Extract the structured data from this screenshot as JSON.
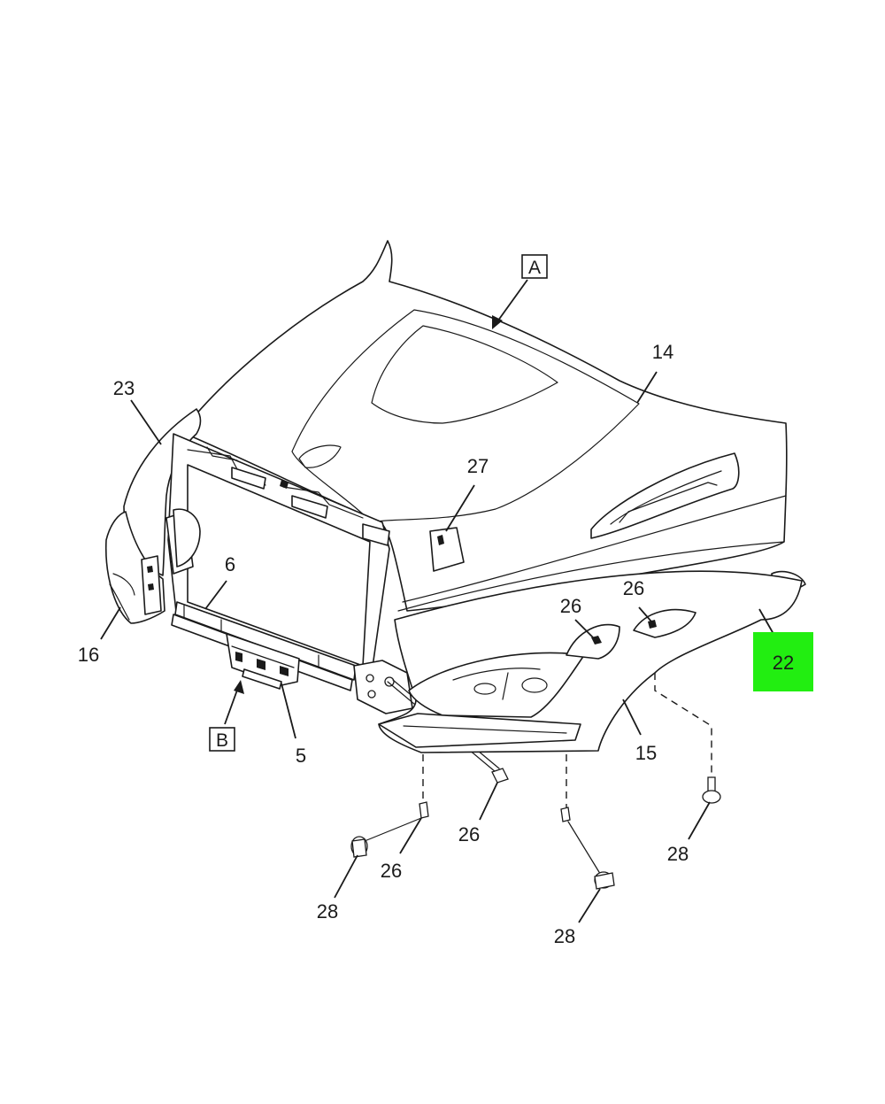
{
  "diagram": {
    "view_markers": [
      {
        "id": "view-a",
        "label": "A"
      },
      {
        "id": "view-b",
        "label": "B"
      }
    ],
    "callouts": [
      {
        "id": "c14",
        "label": "14"
      },
      {
        "id": "c23",
        "label": "23"
      },
      {
        "id": "c27",
        "label": "27"
      },
      {
        "id": "c6",
        "label": "6"
      },
      {
        "id": "c16",
        "label": "16"
      },
      {
        "id": "c5",
        "label": "5"
      },
      {
        "id": "c15",
        "label": "15"
      },
      {
        "id": "c26a",
        "label": "26"
      },
      {
        "id": "c26b",
        "label": "26"
      },
      {
        "id": "c26c",
        "label": "26"
      },
      {
        "id": "c26d",
        "label": "26"
      },
      {
        "id": "c28a",
        "label": "28"
      },
      {
        "id": "c28b",
        "label": "28"
      },
      {
        "id": "c28c",
        "label": "28"
      }
    ],
    "highlighted_callout": {
      "label": "22",
      "color": "#22ee11"
    },
    "line_color": "#1a1a1a"
  }
}
